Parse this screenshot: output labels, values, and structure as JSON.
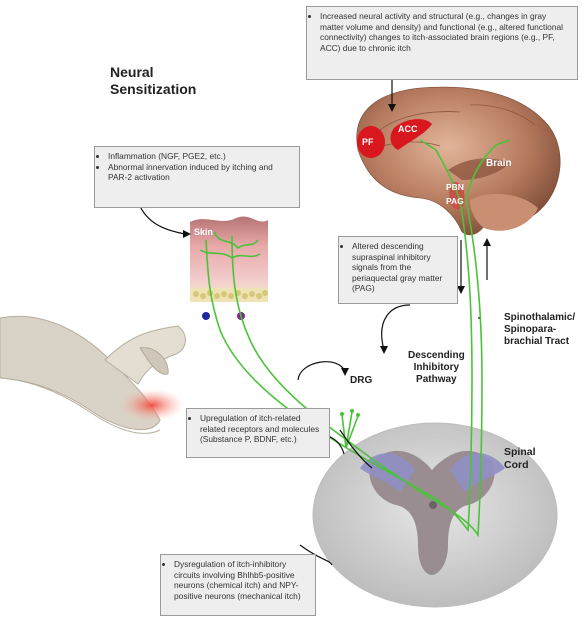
{
  "title": [
    "Neural",
    "Sensitization"
  ],
  "notes": {
    "brain_changes": [
      "Increased neural activity and structural (e.g., changes in gray matter volume and density) and functional (e.g., altered functional connectivity) changes to itch-associated brain regions (e.g., PF, ACC) due to chronic itch"
    ],
    "skin": [
      "Inflammation (NGF, PGE2, etc.)",
      "Abnormal innervation induced by itching and PAR-2 activation"
    ],
    "descending": [
      "Altered descending supraspinal inhibitory signals from the periaquectal gray matter (PAG)"
    ],
    "drg": [
      "Upregulation of itch-related related receptors and molecules (Substance P, BDNF, etc.)"
    ],
    "spinal": [
      "Dysregulation of itch-inhibitory circuits involving Bhlhb5-positive neurons (chemical itch) and NPY-positive neurons (mechanical itch)"
    ]
  },
  "labels": {
    "skin": "Skin",
    "pf": "PF",
    "acc": "ACC",
    "brain": "Brain",
    "pbn": "PBN",
    "pag": "PAG",
    "drg": "DRG",
    "descending": [
      "Descending",
      "Inhibitory",
      "Pathway"
    ],
    "tract": [
      "Spinothalamic/",
      "Spinopara-",
      "brachial Tract"
    ],
    "spinal_cord": [
      "Spinal",
      "Cord"
    ]
  },
  "colors": {
    "nerve": "#4cc23a",
    "brain_region": "#d8171e",
    "brain": "#b57a5e",
    "spinal_gray": "#9a8d92",
    "dorsal_horn": "#8f8fc4",
    "skin": "#e8a8a8"
  }
}
